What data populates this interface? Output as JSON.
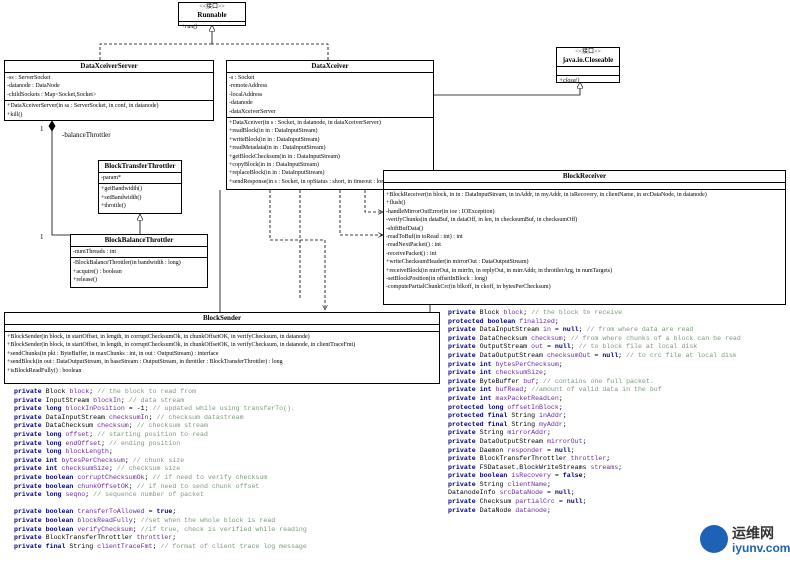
{
  "classes": {
    "runnable": {
      "stereotype": "<<接口>>",
      "name": "Runnable",
      "methods": [
        "+run()"
      ]
    },
    "closeable": {
      "stereotype": "<<接口>>",
      "name": "java.io.Closeable",
      "methods": [
        "+close()"
      ]
    },
    "dataxceiverserver": {
      "name": "DataXceiverServer",
      "fields": [
        "-ss : ServerSocket",
        "-datanode : DataNode",
        "-childSockets : Map<Socket,Socket>"
      ],
      "methods": [
        "+DataXceiverServer(in ss : ServerSocket, in conf, in datanode)",
        "+kill()"
      ]
    },
    "dataxceiver": {
      "name": "DataXceiver",
      "fields": [
        "-s : Socket",
        "-remoteAddress",
        "-localAddress",
        "-datanode",
        "-dataXceiverServer"
      ],
      "methods": [
        "+DataXceiver(in s : Socket, in datanode, in dataXceiverServer)",
        "+readBlock(in in : DataInputStream)",
        "+writeBlock(in in : DataInputStream)",
        "+readMetadata(in in : DataInputStream)",
        "+getBlockChecksum(in in : DataInputStream)",
        "+copyBlock(in in : DataInputStream)",
        "+replaceBlock(in in : DataInputStream)",
        "+sendResponse(in s : Socket, in opStatus : short, in timeout : long)"
      ]
    },
    "blocktransferthrottler": {
      "name": "BlockTransferThrottler",
      "fields": [
        "-param*"
      ],
      "methods": [
        "+getBandwidth()",
        "+setBandwidth()",
        "+throttle()"
      ]
    },
    "blockbalancethrottler": {
      "name": "BlockBalanceThrottler",
      "fields": [
        "-numThreads : int"
      ],
      "methods": [
        "-BlockBalanceThrottler(in bandwidth : long)",
        "+acquire() : boolean",
        "+release()"
      ]
    },
    "blockreceiver": {
      "name": "BlockReceiver",
      "methods": [
        "+BlockReceiver(in block, in in : DataInputStream, in inAddr, in myAddr, in isRecovery, in clientName, in srcDataNode, in datanode)",
        "+flush()",
        "-handleMirrorOutError(in ioe : IOException)",
        "-verifyChunks(in dataBuf, in dataOff, in len, in checksumBuf, in checksumOff)",
        "-shiftBufData()",
        "-readToBuf(in toRead : int) : int",
        "-readNextPacket() : int",
        "-receivePacket() : int",
        "+writeChecksumHeader(in mirrorOut : DataOutputStream)",
        "+receiveBlock(in mirrOut, in mirrIn, in replyOut, in mirrAddr, in throttlerArg, in numTargets)",
        "-setBlockPosition(in offsetInBlock : long)",
        "-computePartialChunkCrc(in blkoff, in ckoff, in bytesPerChecksum)"
      ]
    },
    "blocksender": {
      "name": "BlockSender",
      "methods": [
        "+BlockSender(in block, in startOffset, in length, in corruptChecksumOk, in chunkOffsetOK, in verifyChecksum, in datanode)",
        "+BlockSender(in block, in startOffset, in length, in corruptChecksumOk, in chunkOffsetOK, in verifyChecksum, in datanode, in clientTraceFmt)",
        "+sendChunks(in pkt : ByteBuffer, in maxChunks : int, in out : OutputStream) : interface",
        "+sendBlock(in out : DataOutputStream, in baseStream : OutputStream, in throttler : BlockTransferThrottler) : long",
        "+isBlockReadFully() : boolean"
      ]
    }
  },
  "relations": {
    "multiplicity_one": "1",
    "association_label": "-balanceThrottler",
    "multiplicity_one_b": "1"
  },
  "code_left": [
    [
      [
        "kw",
        "private"
      ],
      [
        "tp",
        " Block "
      ],
      [
        "nm",
        "block"
      ],
      [
        "tp",
        ";"
      ],
      [
        "cm",
        " // the block to read from"
      ]
    ],
    [
      [
        "kw",
        "private"
      ],
      [
        "tp",
        " InputStream "
      ],
      [
        "nm",
        "blockIn"
      ],
      [
        "tp",
        ";"
      ],
      [
        "cm",
        " // data stream"
      ]
    ],
    [
      [
        "kw",
        "private long"
      ],
      [
        "tp",
        " "
      ],
      [
        "nm",
        "blockInPosition"
      ],
      [
        "tp",
        " = -1;"
      ],
      [
        "cm",
        " // updated while using transferTo()."
      ]
    ],
    [
      [
        "kw",
        "private"
      ],
      [
        "tp",
        " DataInputStream "
      ],
      [
        "nm",
        "checksumIn"
      ],
      [
        "tp",
        ";"
      ],
      [
        "cm",
        " // checksum datastream"
      ]
    ],
    [
      [
        "kw",
        "private"
      ],
      [
        "tp",
        " DataChecksum "
      ],
      [
        "nm",
        "checksum"
      ],
      [
        "tp",
        ";"
      ],
      [
        "cm",
        " // checksum stream"
      ]
    ],
    [
      [
        "kw",
        "private long"
      ],
      [
        "tp",
        " "
      ],
      [
        "nm",
        "offset"
      ],
      [
        "tp",
        ";"
      ],
      [
        "cm",
        " // starting position to read"
      ]
    ],
    [
      [
        "kw",
        "private long"
      ],
      [
        "tp",
        " "
      ],
      [
        "nm",
        "endOffset"
      ],
      [
        "tp",
        ";"
      ],
      [
        "cm",
        " // ending position"
      ]
    ],
    [
      [
        "kw",
        "private long"
      ],
      [
        "tp",
        " "
      ],
      [
        "nm",
        "blockLength"
      ],
      [
        "tp",
        ";"
      ]
    ],
    [
      [
        "kw",
        "private int"
      ],
      [
        "tp",
        " "
      ],
      [
        "nm",
        "bytesPerChecksum"
      ],
      [
        "tp",
        ";"
      ],
      [
        "cm",
        " // chunk size"
      ]
    ],
    [
      [
        "kw",
        "private int"
      ],
      [
        "tp",
        " "
      ],
      [
        "nm",
        "checksumSize"
      ],
      [
        "tp",
        ";"
      ],
      [
        "cm",
        " // checksum size"
      ]
    ],
    [
      [
        "kw",
        "private boolean"
      ],
      [
        "tp",
        " "
      ],
      [
        "nm",
        "corruptChecksumOk"
      ],
      [
        "tp",
        ";"
      ],
      [
        "cm",
        " // if need to verify checksum"
      ]
    ],
    [
      [
        "kw",
        "private boolean"
      ],
      [
        "tp",
        " "
      ],
      [
        "nm",
        "chunkOffsetOK"
      ],
      [
        "tp",
        ";"
      ],
      [
        "cm",
        " // if need to send chunk offset"
      ]
    ],
    [
      [
        "kw",
        "private long"
      ],
      [
        "tp",
        " "
      ],
      [
        "nm",
        "seqno"
      ],
      [
        "tp",
        ";"
      ],
      [
        "cm",
        " // sequence number of packet"
      ]
    ],
    [],
    [
      [
        "kw",
        "private boolean"
      ],
      [
        "tp",
        " "
      ],
      [
        "nm",
        "transferToAllowed"
      ],
      [
        "tp",
        " = "
      ],
      [
        "kw",
        "true"
      ],
      [
        "tp",
        ";"
      ]
    ],
    [
      [
        "kw",
        "private boolean"
      ],
      [
        "tp",
        " "
      ],
      [
        "nm",
        "blockReadFully"
      ],
      [
        "tp",
        ";"
      ],
      [
        "cm",
        " //set when the whole block is read"
      ]
    ],
    [
      [
        "kw",
        "private boolean"
      ],
      [
        "tp",
        " "
      ],
      [
        "nm",
        "verifyChecksum"
      ],
      [
        "tp",
        ";"
      ],
      [
        "cm",
        " //if true, check is verified while reading"
      ]
    ],
    [
      [
        "kw",
        "private"
      ],
      [
        "tp",
        " BlockTransferThrottler "
      ],
      [
        "nm",
        "throttler"
      ],
      [
        "tp",
        ";"
      ]
    ],
    [
      [
        "kw",
        "private final"
      ],
      [
        "tp",
        " String "
      ],
      [
        "nm",
        "clientTraceFmt"
      ],
      [
        "tp",
        ";"
      ],
      [
        "cm",
        " // format of client trace log message"
      ]
    ]
  ],
  "code_right": [
    [
      [
        "kw",
        "private"
      ],
      [
        "tp",
        " Block "
      ],
      [
        "nm",
        "block"
      ],
      [
        "tp",
        ";"
      ],
      [
        "cm",
        " // the block to receive"
      ]
    ],
    [
      [
        "kw",
        "protected boolean"
      ],
      [
        "tp",
        " "
      ],
      [
        "nm",
        "finalized"
      ],
      [
        "tp",
        ";"
      ]
    ],
    [
      [
        "kw",
        "private"
      ],
      [
        "tp",
        " DataInputStream "
      ],
      [
        "nm",
        "in"
      ],
      [
        "tp",
        " = "
      ],
      [
        "kw",
        "null"
      ],
      [
        "tp",
        ";"
      ],
      [
        "cm",
        " // from where data are read"
      ]
    ],
    [
      [
        "kw",
        "private"
      ],
      [
        "tp",
        " DataChecksum "
      ],
      [
        "nm",
        "checksum"
      ],
      [
        "tp",
        ";"
      ],
      [
        "cm",
        " // from where chunks of a block can be read"
      ]
    ],
    [
      [
        "kw",
        "private"
      ],
      [
        "tp",
        " OutputStream "
      ],
      [
        "nm",
        "out"
      ],
      [
        "tp",
        " = "
      ],
      [
        "kw",
        "null"
      ],
      [
        "tp",
        ";"
      ],
      [
        "cm",
        " // to block file at local disk"
      ]
    ],
    [
      [
        "kw",
        "private"
      ],
      [
        "tp",
        " DataOutputStream "
      ],
      [
        "nm",
        "checksumOut"
      ],
      [
        "tp",
        " = "
      ],
      [
        "kw",
        "null"
      ],
      [
        "tp",
        ";"
      ],
      [
        "cm",
        " // to crc file at local disk"
      ]
    ],
    [
      [
        "kw",
        "private int"
      ],
      [
        "tp",
        " "
      ],
      [
        "nm",
        "bytesPerChecksum"
      ],
      [
        "tp",
        ";"
      ]
    ],
    [
      [
        "kw",
        "private int"
      ],
      [
        "tp",
        " "
      ],
      [
        "nm",
        "checksumSize"
      ],
      [
        "tp",
        ";"
      ]
    ],
    [
      [
        "kw",
        "private"
      ],
      [
        "tp",
        " ByteBuffer "
      ],
      [
        "nm",
        "buf"
      ],
      [
        "tp",
        ";"
      ],
      [
        "cm",
        " // contains one full packet."
      ]
    ],
    [
      [
        "kw",
        "private int"
      ],
      [
        "tp",
        " "
      ],
      [
        "nm",
        "bufRead"
      ],
      [
        "tp",
        ";"
      ],
      [
        "cm",
        " //amount of valid data in the buf"
      ]
    ],
    [
      [
        "kw",
        "private int"
      ],
      [
        "tp",
        " "
      ],
      [
        "nm",
        "maxPacketReadLen"
      ],
      [
        "tp",
        ";"
      ]
    ],
    [
      [
        "kw",
        "protected long"
      ],
      [
        "tp",
        " "
      ],
      [
        "nm",
        "offsetInBlock"
      ],
      [
        "tp",
        ";"
      ]
    ],
    [
      [
        "kw",
        "protected final"
      ],
      [
        "tp",
        " String "
      ],
      [
        "nm",
        "inAddr"
      ],
      [
        "tp",
        ";"
      ]
    ],
    [
      [
        "kw",
        "protected final"
      ],
      [
        "tp",
        " String "
      ],
      [
        "nm",
        "myAddr"
      ],
      [
        "tp",
        ";"
      ]
    ],
    [
      [
        "kw",
        "private"
      ],
      [
        "tp",
        " String "
      ],
      [
        "nm",
        "mirrorAddr"
      ],
      [
        "tp",
        ";"
      ]
    ],
    [
      [
        "kw",
        "private"
      ],
      [
        "tp",
        " DataOutputStream "
      ],
      [
        "nm",
        "mirrorOut"
      ],
      [
        "tp",
        ";"
      ]
    ],
    [
      [
        "kw",
        "private"
      ],
      [
        "tp",
        " Daemon "
      ],
      [
        "nm",
        "responder"
      ],
      [
        "tp",
        " = "
      ],
      [
        "kw",
        "null"
      ],
      [
        "tp",
        ";"
      ]
    ],
    [
      [
        "kw",
        "private"
      ],
      [
        "tp",
        " BlockTransferThrottler "
      ],
      [
        "nm",
        "throttler"
      ],
      [
        "tp",
        ";"
      ]
    ],
    [
      [
        "kw",
        "private"
      ],
      [
        "tp",
        " FSDataset.BlockWriteStreams "
      ],
      [
        "nm",
        "streams"
      ],
      [
        "tp",
        ";"
      ]
    ],
    [
      [
        "kw",
        "private boolean"
      ],
      [
        "tp",
        " "
      ],
      [
        "nm",
        "isRecovery"
      ],
      [
        "tp",
        " = "
      ],
      [
        "kw",
        "false"
      ],
      [
        "tp",
        ";"
      ]
    ],
    [
      [
        "kw",
        "private"
      ],
      [
        "tp",
        " String "
      ],
      [
        "nm",
        "clientName"
      ],
      [
        "tp",
        ";"
      ]
    ],
    [
      [
        "tp",
        "DatanodeInfo "
      ],
      [
        "nm",
        "srcDataNode"
      ],
      [
        "tp",
        " = "
      ],
      [
        "kw",
        "null"
      ],
      [
        "tp",
        ";"
      ]
    ],
    [
      [
        "kw",
        "private"
      ],
      [
        "tp",
        " Checksum "
      ],
      [
        "nm",
        "partialCrc"
      ],
      [
        "tp",
        " = "
      ],
      [
        "kw",
        "null"
      ],
      [
        "tp",
        ";"
      ]
    ],
    [
      [
        "kw",
        "private"
      ],
      [
        "tp",
        " DataNode "
      ],
      [
        "nm",
        "datanode"
      ],
      [
        "tp",
        ";"
      ]
    ]
  ],
  "watermark": {
    "line1": "运维网",
    "line2": "iyunv.com"
  }
}
